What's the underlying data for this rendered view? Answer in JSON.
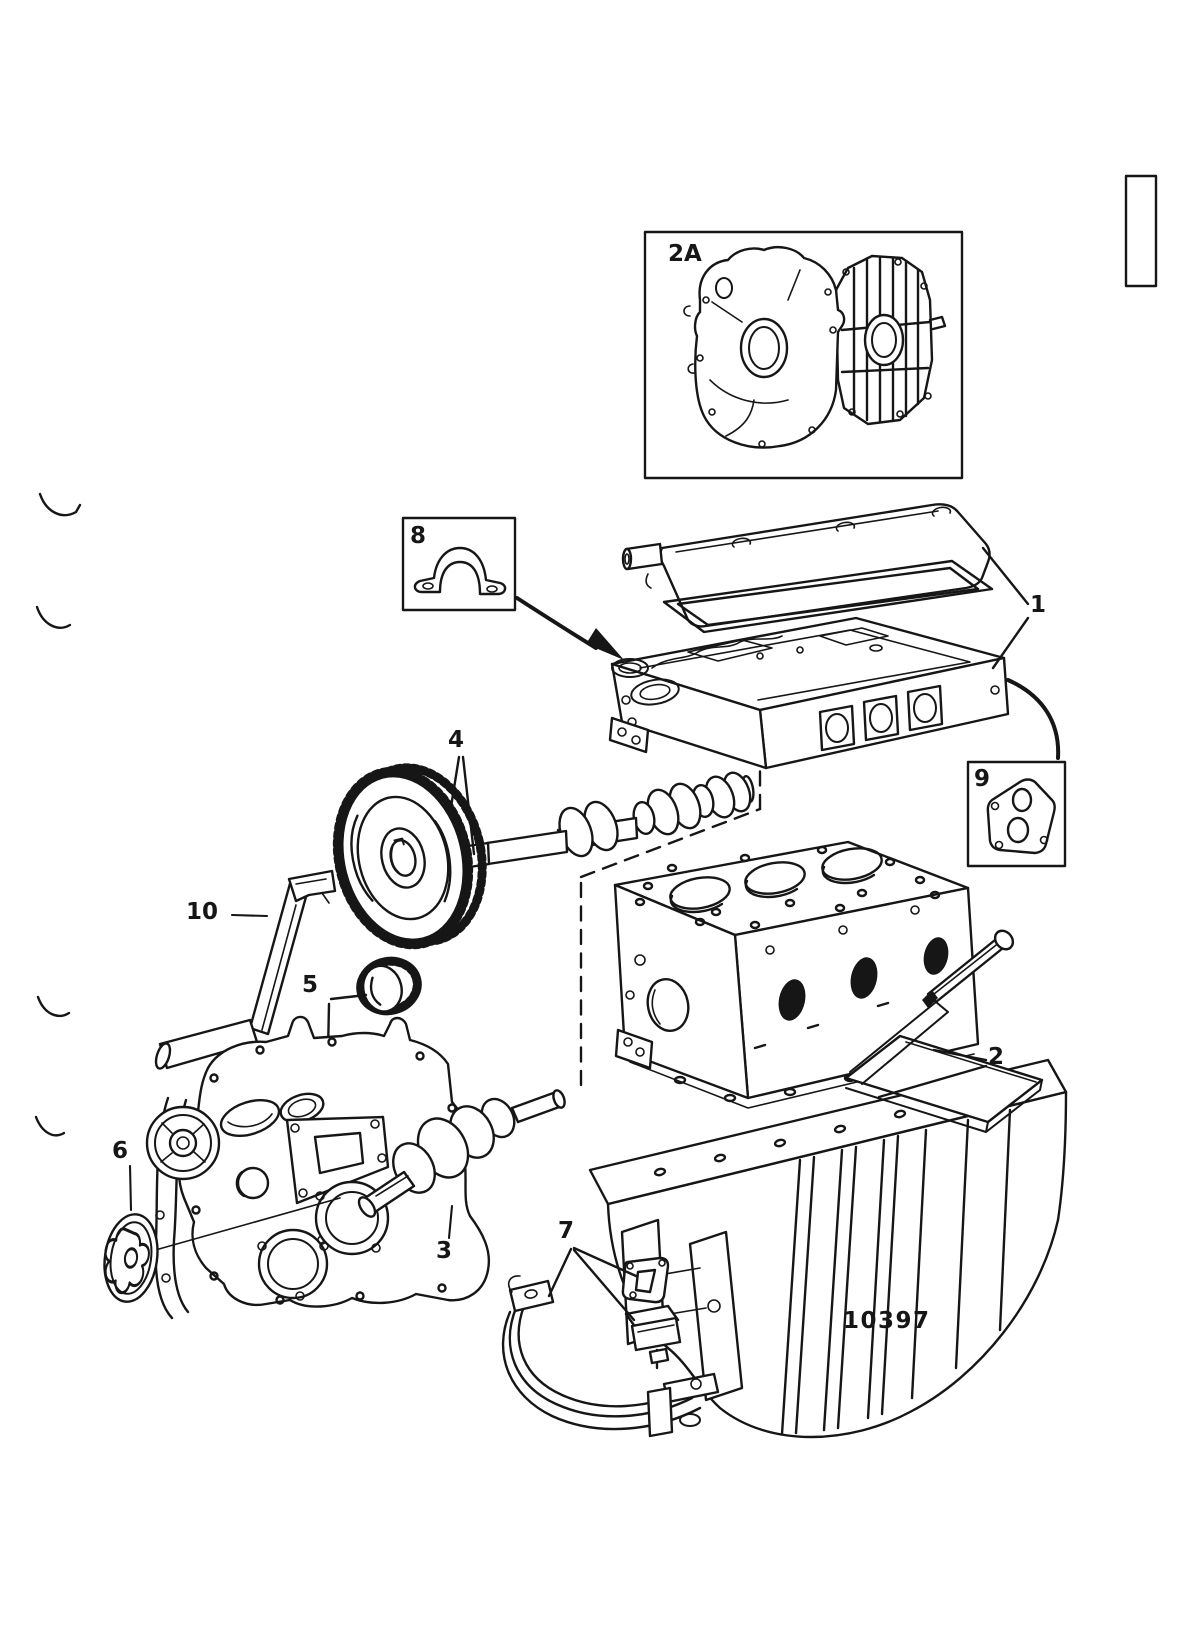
{
  "figure": {
    "number": "10397",
    "ink": "#161616",
    "paper": "#ffffff"
  },
  "callouts": {
    "head_gaskets": "1",
    "block_seals": "2",
    "flywheel_housing": "2A",
    "crankshaft": "3",
    "camshaft": "4",
    "crankshaft_gear": "5",
    "oil_pump_rotor": "6",
    "engine_mount": "7",
    "clamp": "8",
    "end_gasket": "9",
    "crank_handle": "10"
  }
}
